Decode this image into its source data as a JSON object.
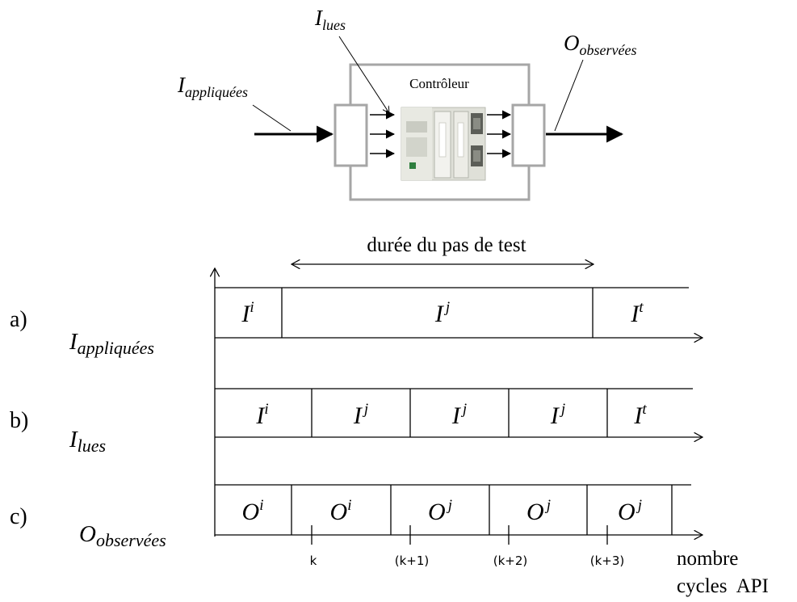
{
  "top_block": {
    "input_label": {
      "main": "I",
      "sub": "appliquées"
    },
    "read_label": {
      "main": "I",
      "sub": "lues"
    },
    "output_label": {
      "main": "O",
      "sub": "observées"
    },
    "controller_label": "Contrôleur"
  },
  "timing": {
    "duration_label": "durée du pas de test",
    "rows": [
      {
        "letter": "a)",
        "signal": {
          "main": "I",
          "sub": "appliquées"
        },
        "segments": [
          {
            "main": "I",
            "sup": "i"
          },
          {
            "main": "I",
            "sup": "j"
          },
          {
            "main": "I",
            "sup": "t"
          }
        ]
      },
      {
        "letter": "b)",
        "signal": {
          "main": "I",
          "sub": "lues"
        },
        "segments": [
          {
            "main": "I",
            "sup": "i"
          },
          {
            "main": "I",
            "sup": "j"
          },
          {
            "main": "I",
            "sup": "j"
          },
          {
            "main": "I",
            "sup": "j"
          },
          {
            "main": "I",
            "sup": "t"
          }
        ]
      },
      {
        "letter": "c)",
        "signal": {
          "main": "O",
          "sub": "observées"
        },
        "segments": [
          {
            "main": "O",
            "sup": "i"
          },
          {
            "main": "O",
            "sup": "i"
          },
          {
            "main": "O",
            "sup": "j"
          },
          {
            "main": "O",
            "sup": "j"
          },
          {
            "main": "O",
            "sup": "j"
          }
        ]
      }
    ],
    "ticks": [
      "k",
      "(k+1)",
      "(k+2)",
      "(k+3)"
    ],
    "axis_label_line1": "nombre",
    "axis_label_line2": "cycles  API"
  }
}
